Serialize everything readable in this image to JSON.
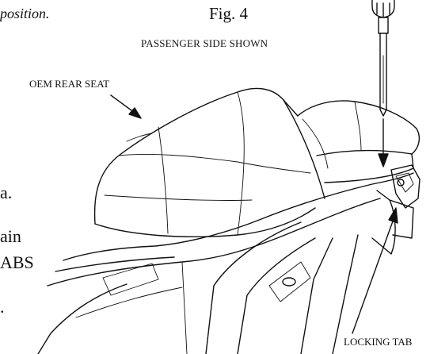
{
  "text": {
    "fragment_top": "position.",
    "fig_title": "Fig. 4",
    "subtitle": "PASSENGER SIDE SHOWN",
    "seat_label": "OEM REAR SEAT",
    "fragment_a": "a.",
    "fragment_ain": "ain",
    "fragment_abs": "ABS",
    "fragment_dot": ".",
    "locking_tab_label": "LOCKING TAB"
  },
  "icons": {
    "tool": "screwdriver-icon",
    "pointer": "arrow-icon"
  }
}
